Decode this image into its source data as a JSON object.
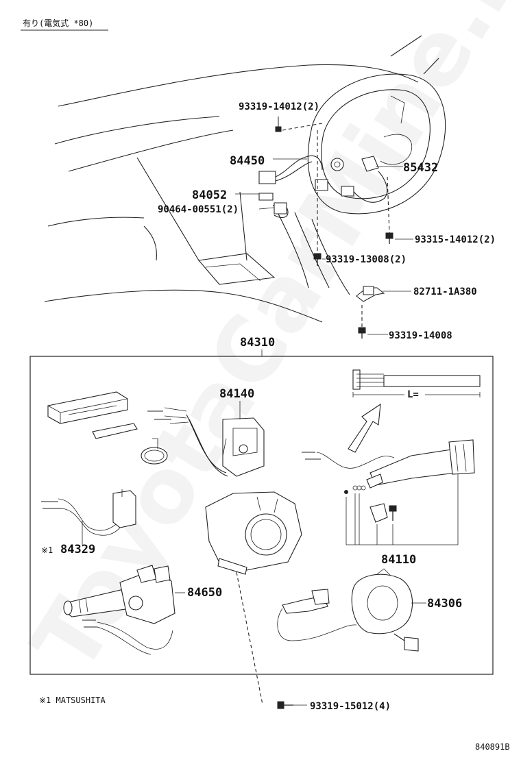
{
  "header": {
    "condition_note": "有り(電気式 *80)"
  },
  "parts": {
    "p93319_14012": "93319-14012(2)",
    "p84450": "84450",
    "p85432": "85432",
    "p84052": "84052",
    "p90464_00551": "90464-00551(2)",
    "p93315_14012": "93315-14012(2)",
    "p93319_13008": "93319-13008(2)",
    "p82711_1A380": "82711-1A380",
    "p93319_14008": "93319-14008",
    "p84310": "84310",
    "p84140": "84140",
    "p84329": "84329",
    "p84110": "84110",
    "p84650": "84650",
    "p84306": "84306",
    "p93319_15012": "93319-15012(4)"
  },
  "wire_length_label": "L=",
  "footnote": {
    "mark_84329": "※1",
    "text": "※1 MATSUSHITA"
  },
  "diagram_id": "840891B",
  "watermark": "ToyotaCarMine.ru",
  "colors": {
    "line": "#222222",
    "background": "#ffffff",
    "watermark": "#9a9a9a"
  }
}
